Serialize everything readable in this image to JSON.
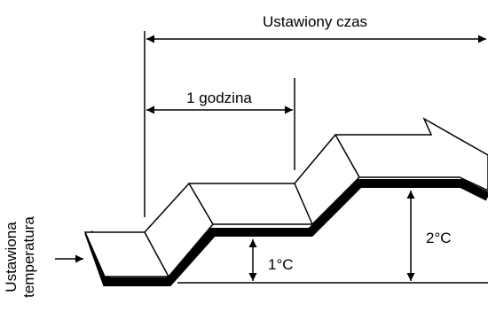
{
  "diagram": {
    "labels": {
      "set_time": "Ustawiony czas",
      "one_hour": "1 godzina",
      "one_degree": "1°C",
      "two_degrees": "2°C",
      "set_temperature_line1": "Ustawiona",
      "set_temperature_line2": "temperatura"
    }
  }
}
